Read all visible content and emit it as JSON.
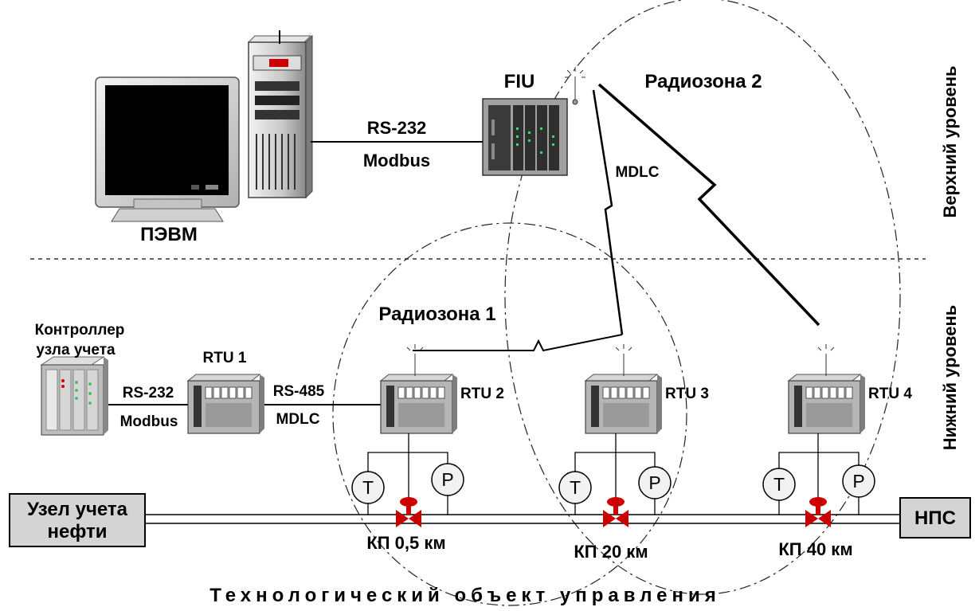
{
  "labels": {
    "pc": "ПЭВМ",
    "rs232_top": "RS-232",
    "modbus_top": "Modbus",
    "fiu": "FIU",
    "radiozone2": "Радиозона 2",
    "mdlc_radio": "MDLC",
    "upper_level": "Верхний уровень",
    "lower_level": "Нижний уровень",
    "controller_line1": "Контроллер",
    "controller_line2": "узла учета",
    "rtu1": "RTU 1",
    "rs232_bottom": "RS-232",
    "modbus_bottom": "Modbus",
    "rs485": "RS-485",
    "mdlc_wire": "MDLC",
    "radiozone1": "Радиозона 1",
    "rtu2": "RTU 2",
    "rtu3": "RTU 3",
    "rtu4": "RTU 4",
    "metering_line1": "Узел учета",
    "metering_line2": "нефти",
    "nps": "НПС",
    "kp1": "КП 0,5 км",
    "kp2": "КП 20 км",
    "kp3": "КП 40 км",
    "t_gauge": "T",
    "p_gauge": "P",
    "bottom_title": "Технологический объект управления"
  },
  "colors": {
    "valve": "#cc0000",
    "rack": "#9a9a9a",
    "box_fill": "#d4d4d4"
  }
}
